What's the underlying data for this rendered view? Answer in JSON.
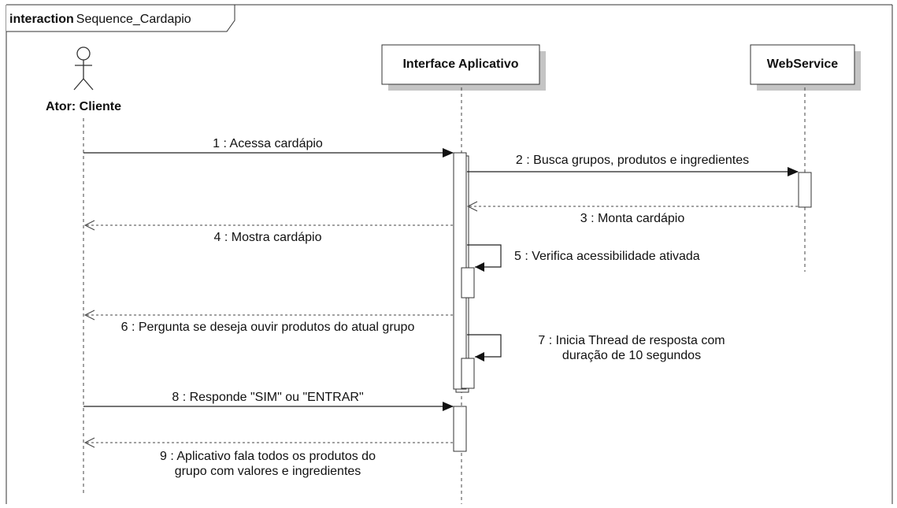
{
  "frame": {
    "keyword": "interaction",
    "name": "Sequence_Cardapio"
  },
  "lifelines": {
    "actor": "Ator: Cliente",
    "interface": "Interface Aplicativo",
    "webservice": "WebService"
  },
  "messages": [
    {
      "id": "m1",
      "lines": [
        "1 : Acessa cardápio"
      ]
    },
    {
      "id": "m2",
      "lines": [
        "2 : Busca grupos, produtos e ingredientes"
      ]
    },
    {
      "id": "m3",
      "lines": [
        "3 : Monta cardápio"
      ]
    },
    {
      "id": "m4",
      "lines": [
        "4 : Mostra cardápio"
      ]
    },
    {
      "id": "m5",
      "lines": [
        "5 : Verifica acessibilidade ativada"
      ]
    },
    {
      "id": "m6",
      "lines": [
        "6 : Pergunta se deseja ouvir produtos do atual grupo"
      ]
    },
    {
      "id": "m7",
      "lines": [
        "7 : Inicia Thread de resposta com",
        "duração de 10 segundos"
      ]
    },
    {
      "id": "m8",
      "lines": [
        "8 : Responde \"SIM\" ou \"ENTRAR\""
      ]
    },
    {
      "id": "m9",
      "lines": [
        "9 : Aplicativo fala todos os produtos do",
        "grupo com valores e ingredientes"
      ]
    }
  ]
}
